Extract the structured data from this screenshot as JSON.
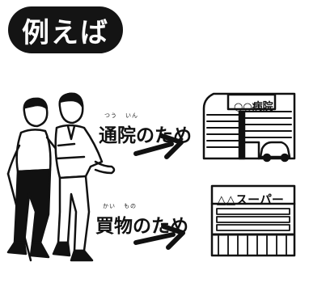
{
  "title": "例えば",
  "labels": {
    "hospital": {
      "ruby_1": "つう",
      "ruby_2": "いん",
      "text": "通院のため"
    },
    "shopping": {
      "ruby_1": "かい",
      "ruby_2": "もの",
      "text": "買物のため"
    }
  },
  "signs": {
    "hospital": "○○病院",
    "supermarket": "△△スーパー"
  },
  "colors": {
    "ink": "#111111",
    "pill": "#141414",
    "background": "#ffffff"
  },
  "icons": [
    "walking-couple-illustration",
    "right-arrow-icon",
    "hospital-building-icon",
    "car-icon",
    "supermarket-building-icon"
  ]
}
